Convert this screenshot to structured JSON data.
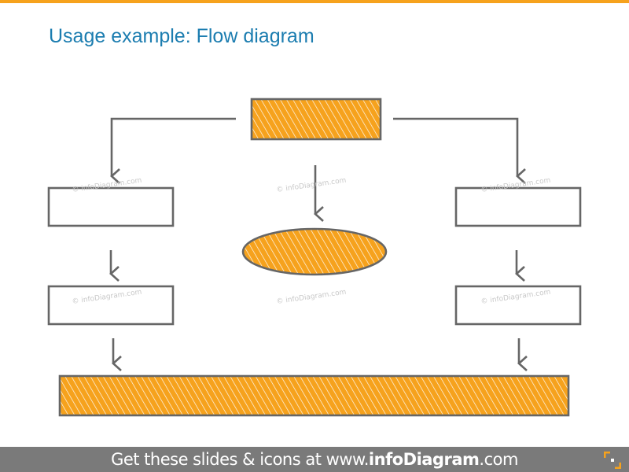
{
  "title": "Usage example: Flow diagram",
  "footer": {
    "prefix": "Get these slides & icons at www.",
    "brand": "infoDiagram",
    "suffix": ".com"
  },
  "watermark": "© infoDiagram.com",
  "colors": {
    "accent": "#F6A21D",
    "title": "#1C7DB0",
    "stroke": "#666666",
    "footer_bg": "#7a7a7a"
  }
}
